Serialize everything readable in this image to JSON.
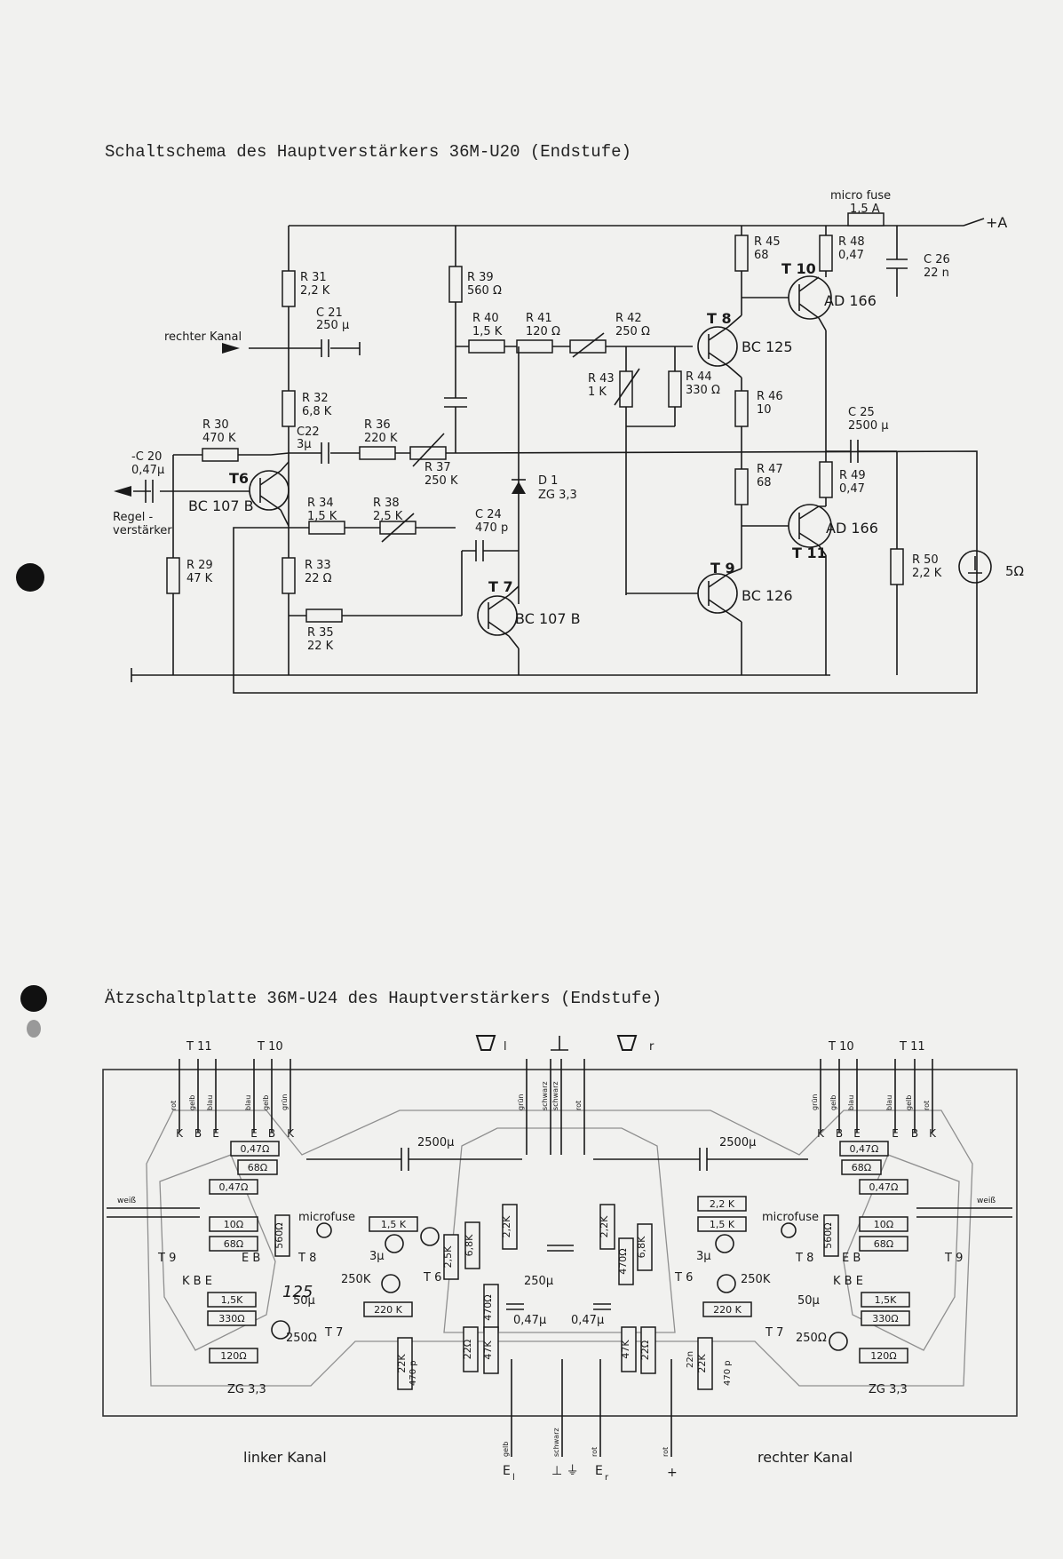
{
  "schematic": {
    "title": "Schaltschema des Hauptverstärkers 36M-U20 (Endstufe)",
    "labels": [
      {
        "id": "r31",
        "text": "R 31\n2,2 K"
      },
      {
        "id": "r39",
        "text": "R 39\n560 Ω"
      },
      {
        "id": "c21",
        "text": "C 21\n250 μ"
      },
      {
        "id": "rechter",
        "text": "rechter Kanal"
      },
      {
        "id": "r40",
        "text": "R 40\n1,5 K"
      },
      {
        "id": "r41",
        "text": "R 41\n120 Ω"
      },
      {
        "id": "r42",
        "text": "R 42\n250 Ω"
      },
      {
        "id": "r43",
        "text": "R 43\n1 K"
      },
      {
        "id": "r44",
        "text": "R 44\n330 Ω"
      },
      {
        "id": "r32",
        "text": "R 32\n6,8 K"
      },
      {
        "id": "r30",
        "text": "R 30\n470 K"
      },
      {
        "id": "c22",
        "text": "C22\n3μ"
      },
      {
        "id": "r36",
        "text": "R 36\n220 K"
      },
      {
        "id": "r37",
        "text": "R 37\n250 K"
      },
      {
        "id": "c20",
        "text": "-C 20\n0,47μ"
      },
      {
        "id": "d1",
        "text": "D 1\nZG 3,3"
      },
      {
        "id": "r34",
        "text": "R 34\n1,5 K"
      },
      {
        "id": "r38",
        "text": "R 38\n2,5 K"
      },
      {
        "id": "c24",
        "text": "C 24\n470 p"
      },
      {
        "id": "regel",
        "text": "Regel -\nverstärker"
      },
      {
        "id": "r29",
        "text": "R 29\n47 K"
      },
      {
        "id": "r33",
        "text": "R 33\n22 Ω"
      },
      {
        "id": "r35",
        "text": "R 35\n22 K"
      },
      {
        "id": "r45",
        "text": "R 45\n68"
      },
      {
        "id": "r48",
        "text": "R 48\n0,47"
      },
      {
        "id": "c26",
        "text": "C 26\n22 n"
      },
      {
        "id": "r46",
        "text": "R 46\n10"
      },
      {
        "id": "r47",
        "text": "R 47\n68"
      }
    ],
    "fuse": "micro fuse\n1,5 A",
    "supply": "+A",
    "speaker": "5Ω",
    "c25": "C 25\n2500 μ",
    "r49": "R 49\n0,47",
    "r50": "R 50\n2,2 K",
    "transistors": [
      {
        "id": "t6",
        "name": "T6",
        "type": "BC 107 B"
      },
      {
        "id": "t7",
        "name": "T 7",
        "type": "BC 107 B"
      },
      {
        "id": "t8",
        "name": "T 8",
        "type": "BC 125"
      },
      {
        "id": "t9",
        "name": "T 9",
        "type": "BC 126"
      },
      {
        "id": "t10",
        "name": "T 10",
        "type": "AD 166"
      },
      {
        "id": "t11",
        "name": "T 11",
        "type": "AD 166"
      }
    ]
  },
  "pcb": {
    "title": "Ätzschaltplatte 36M-U24 des Hauptverstärkers (Endstufe)",
    "top_labels": {
      "t11_l": "T 11",
      "t10_l": "T 10",
      "t10_r": "T 10",
      "t11_r": "T 11",
      "spk_l": "l",
      "spk_r": "r"
    },
    "wire_colors_top_left": [
      "rot",
      "gelb",
      "blau",
      "blau",
      "gelb",
      "grün"
    ],
    "wire_colors_top_mid": [
      "grün",
      "schwarz",
      "schwarz",
      "rot"
    ],
    "wire_colors_top_right": [
      "grün",
      "gelb",
      "blau",
      "blau",
      "gelb",
      "rot"
    ],
    "pins_left": [
      "K",
      "B",
      "E",
      "E",
      "B",
      "K"
    ],
    "pins_right": [
      "K",
      "B",
      "E",
      "E",
      "B",
      "K"
    ],
    "caps_main": [
      "2500μ",
      "2500μ"
    ],
    "weiss": "weiß",
    "left_components": [
      "0,47Ω",
      "68Ω",
      "0,47Ω",
      "10Ω",
      "68Ω",
      "560Ω",
      "1,5K",
      "330Ω",
      "120Ω",
      "1,5 K",
      "220 K",
      "2,5K",
      "6,8K",
      "2,2K",
      "470Ω",
      "22Ω",
      "47K",
      "22K"
    ],
    "right_components": [
      "0,47Ω",
      "68Ω",
      "0,47Ω",
      "10Ω",
      "68Ω",
      "560Ω",
      "1,5K",
      "330Ω",
      "120Ω",
      "2,2 K",
      "1,5 K",
      "220 K",
      "2,2K",
      "470Ω",
      "6,8K",
      "47K",
      "22Ω",
      "22K"
    ],
    "misc": {
      "microfuse": "microfuse",
      "t9": "T 9",
      "t8": "T 8",
      "t7": "T 7",
      "t6": "T 6",
      "kbe": "K B E",
      "eb": "E B",
      "zg": "ZG 3,3",
      "c50": "50μ",
      "c3": "3μ",
      "c250": "250Ω",
      "k250": "250K",
      "c250mid": "250μ",
      "c047": "0,47μ",
      "c470p": "470 p",
      "c22n": "22n",
      "handwritten": "125"
    },
    "bottom": {
      "left": "linker Kanal",
      "right": "rechter Kanal",
      "e_l": "E",
      "e_l_sub": "l",
      "gnd": "⊥ ⏚",
      "e_r": "E",
      "e_r_sub": "r",
      "plus": "+"
    },
    "wire_colors_bottom": [
      "gelb",
      "schwarz",
      "rot",
      "rot"
    ]
  }
}
